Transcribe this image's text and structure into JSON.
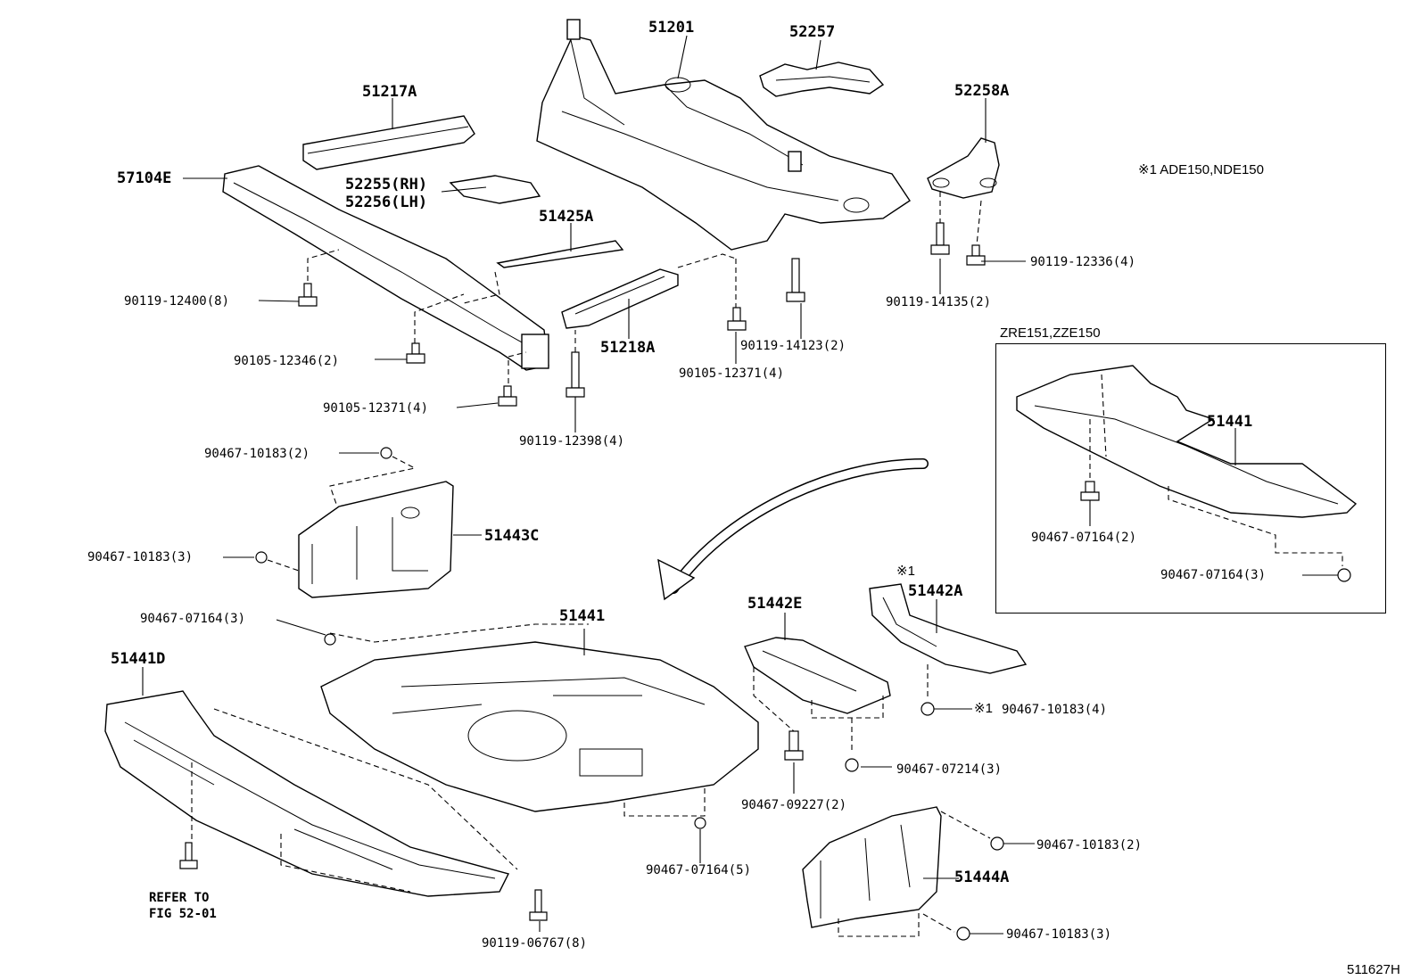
{
  "callouts": {
    "p51201": "51201",
    "p52257": "52257",
    "p51217a": "51217A",
    "p52258a": "52258A",
    "p57104e": "57104E",
    "p52255": "52255(RH)",
    "p52256": "52256(LH)",
    "p51425a": "51425A",
    "p51218a": "51218A",
    "p51443c": "51443C",
    "p51441": "51441",
    "p51441d": "51441D",
    "p51442e": "51442E",
    "p51442a": "51442A",
    "p51444a": "51444A",
    "p51441_inset": "51441"
  },
  "fasteners": {
    "f_12336": "90119-12336(4)",
    "f_14135": "90119-14135(2)",
    "f_12400": "90119-12400(8)",
    "f_14123": "90119-14123(2)",
    "f_12346": "90105-12346(2)",
    "f_12371a": "90105-12371(4)",
    "f_12371b": "90105-12371(4)",
    "f_12398": "90119-12398(4)",
    "f_10183_2a": "90467-10183(2)",
    "f_10183_3a": "90467-10183(3)",
    "f_07164_3a": "90467-07164(3)",
    "f_07164_2": "90467-07164(2)",
    "f_07164_3b": "90467-07164(3)",
    "f_10183_4": "90467-10183(4)",
    "f_07214": "90467-07214(3)",
    "f_09227": "90467-09227(2)",
    "f_07164_5": "90467-07164(5)",
    "f_10183_2b": "90467-10183(2)",
    "f_10183_3b": "90467-10183(3)",
    "f_06767": "90119-06767(8)"
  },
  "notes": {
    "note1": "※1  ADE150,NDE150",
    "note1_mark_a": "※1",
    "note1_mark_b": "※1",
    "inset_title": "ZRE151,ZZE150",
    "refer": "REFER TO\nFIG 52-01",
    "diagram_id": "511627H"
  },
  "icons": [
    "bolt-icon",
    "clip-icon",
    "grommet-icon",
    "curved-arrow-icon"
  ]
}
